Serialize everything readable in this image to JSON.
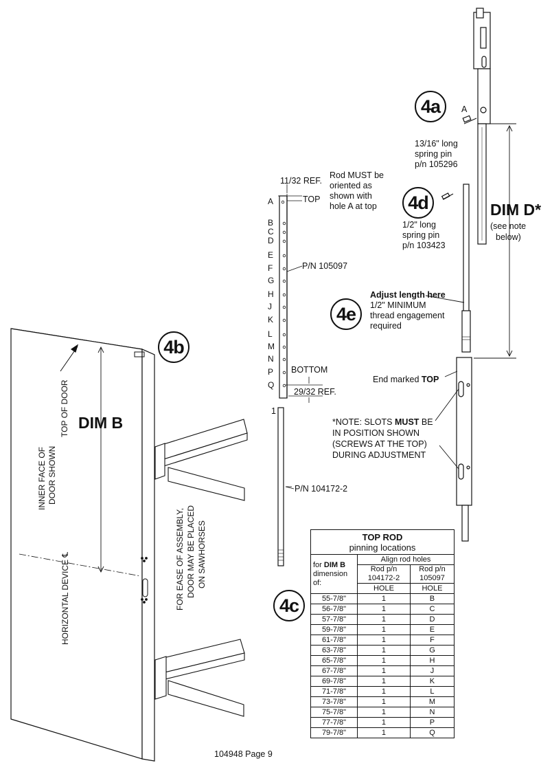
{
  "badges": {
    "b4a": "4a",
    "b4b": "4b",
    "b4c": "4c",
    "b4d": "4d",
    "b4e": "4e"
  },
  "labels": {
    "a_marker": "A",
    "pin_4a": [
      "13/16\" long",
      "spring pin",
      "p/n 105296"
    ],
    "dim_d": "DIM D*",
    "dim_d_note": [
      "(see note",
      "below)"
    ],
    "pin_4d": [
      "1/2\" long",
      "spring pin",
      "p/n 103423"
    ],
    "ref_top": "11/32 REF.",
    "top_word": "TOP",
    "rod_orient": [
      "Rod MUST be",
      "oriented as",
      "shown with",
      "hole A at top"
    ],
    "pn_105097": "P/N 105097",
    "bottom_word": "BOTTOM",
    "ref_bottom": "29/32 REF.",
    "hole_one": "1",
    "pn_104172": "P/N 104172-2",
    "adjust_bold": "Adjust length here",
    "adjust_lines": [
      "1/2\" MINIMUM",
      "thread engagement",
      "required"
    ],
    "end_marked": "End marked ",
    "end_marked_bold": "TOP",
    "note_line1a": "*NOTE: SLOTS ",
    "note_line1b": "MUST",
    "note_line1c": " BE",
    "note_lines": [
      "IN POSITION SHOWN",
      "(SCREWS AT THE TOP)",
      "DURING ADJUSTMENT"
    ],
    "top_of_door": "TOP OF DOOR",
    "dim_b": "DIM B",
    "inner_face": [
      "INNER FACE OF",
      "DOOR SHOWN"
    ],
    "horizontal_device": "HORIZONTAL  DEVICE ℄",
    "sawhorses": [
      "FOR EASE OF ASSEMBLY,",
      "DOOR MAY BE PLACED",
      "ON SAWHORSES"
    ],
    "footer": "104948   Page 9"
  },
  "hole_letters": [
    "A",
    "B",
    "C",
    "D",
    "E",
    "F",
    "G",
    "H",
    "J",
    "K",
    "L",
    "M",
    "N",
    "P",
    "Q"
  ],
  "table": {
    "title": "TOP ROD",
    "subtitle": "pinning locations",
    "col0_head": [
      "for ",
      "DIM B",
      "dimension",
      "of:"
    ],
    "align_head": "Align rod holes",
    "col1_head": [
      "Rod p/n",
      "104172-2"
    ],
    "col2_head": [
      "Rod p/n",
      "105097"
    ],
    "hole_word": "HOLE",
    "rows": [
      {
        "dim": "55-7/8\"",
        "h1": "1",
        "h2": "B"
      },
      {
        "dim": "56-7/8\"",
        "h1": "1",
        "h2": "C"
      },
      {
        "dim": "57-7/8\"",
        "h1": "1",
        "h2": "D"
      },
      {
        "dim": "59-7/8\"",
        "h1": "1",
        "h2": "E"
      },
      {
        "dim": "61-7/8\"",
        "h1": "1",
        "h2": "F"
      },
      {
        "dim": "63-7/8\"",
        "h1": "1",
        "h2": "G"
      },
      {
        "dim": "65-7/8\"",
        "h1": "1",
        "h2": "H"
      },
      {
        "dim": "67-7/8\"",
        "h1": "1",
        "h2": "J"
      },
      {
        "dim": "69-7/8\"",
        "h1": "1",
        "h2": "K"
      },
      {
        "dim": "71-7/8\"",
        "h1": "1",
        "h2": "L"
      },
      {
        "dim": "73-7/8\"",
        "h1": "1",
        "h2": "M"
      },
      {
        "dim": "75-7/8\"",
        "h1": "1",
        "h2": "N"
      },
      {
        "dim": "77-7/8\"",
        "h1": "1",
        "h2": "P"
      },
      {
        "dim": "79-7/8\"",
        "h1": "1",
        "h2": "Q"
      }
    ]
  }
}
